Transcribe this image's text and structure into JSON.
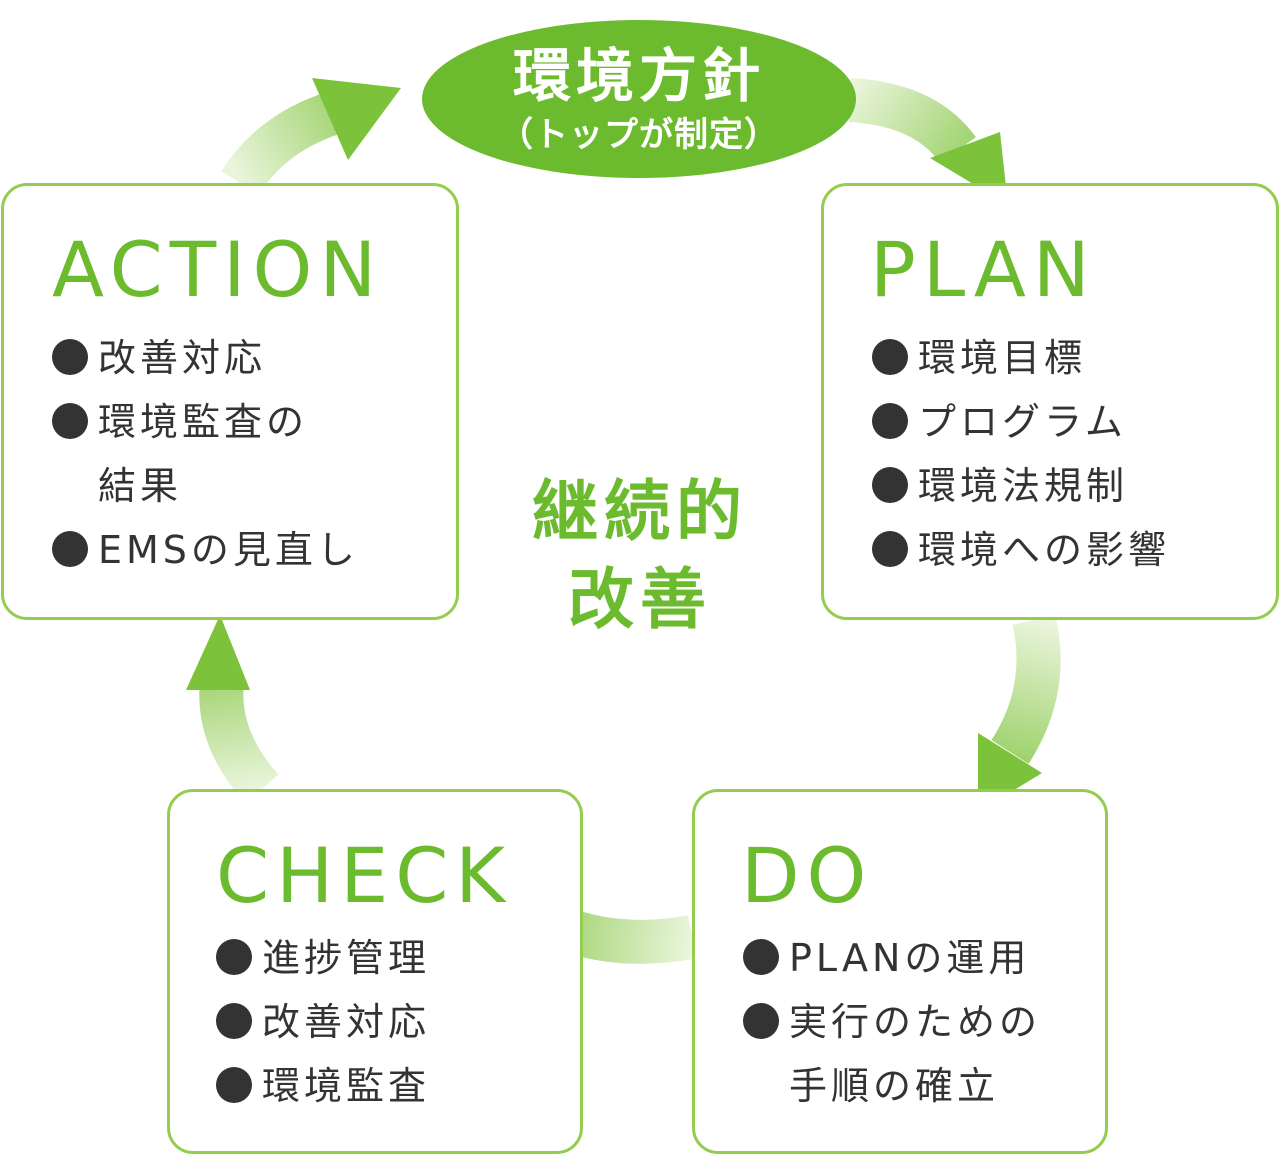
{
  "policy": {
    "title": "環境方針",
    "subtitle": "（トップが制定）"
  },
  "center": {
    "line1": "継続的",
    "line2": "改善"
  },
  "boxes": {
    "action": {
      "title": "ACTION",
      "items": [
        "改善対応",
        "環境監査の\n結果",
        "EMSの見直し"
      ]
    },
    "plan": {
      "title": "PLAN",
      "items": [
        "環境目標",
        "プログラム",
        "環境法規制",
        "環境への影響"
      ]
    },
    "check": {
      "title": "CHECK",
      "items": [
        "進捗管理",
        "改善対応",
        "環境監査"
      ]
    },
    "do": {
      "title": "DO",
      "items": [
        "PLANの運用",
        "実行のための\n手順の確立"
      ]
    }
  },
  "colors": {
    "accent": "#6cbb2e",
    "border": "#94cc4f",
    "text": "#333333",
    "arrow_fade": "#eaf5db"
  }
}
